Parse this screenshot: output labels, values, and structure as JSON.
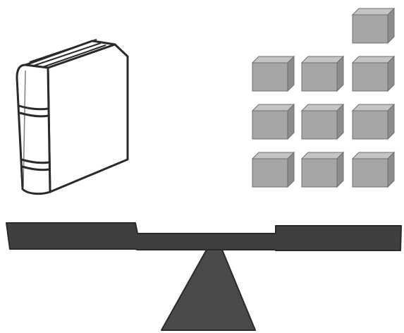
{
  "scene": {
    "subject": "balance-scale-illustration",
    "colors": {
      "background": "#ffffff",
      "outline": "#2a2a2a",
      "book_fill": "#ffffff",
      "cube_top": "#c4c4c4",
      "cube_front": "#a6a6a6",
      "cube_side": "#8c8c8c",
      "beam": "#3f3f3f",
      "fulcrum": "#4a4a4a"
    },
    "icons": {
      "book": "book-icon",
      "cube": "cube-icon",
      "beam": "balance-beam",
      "fulcrum": "fulcrum-triangle"
    },
    "cube_count": 10
  }
}
